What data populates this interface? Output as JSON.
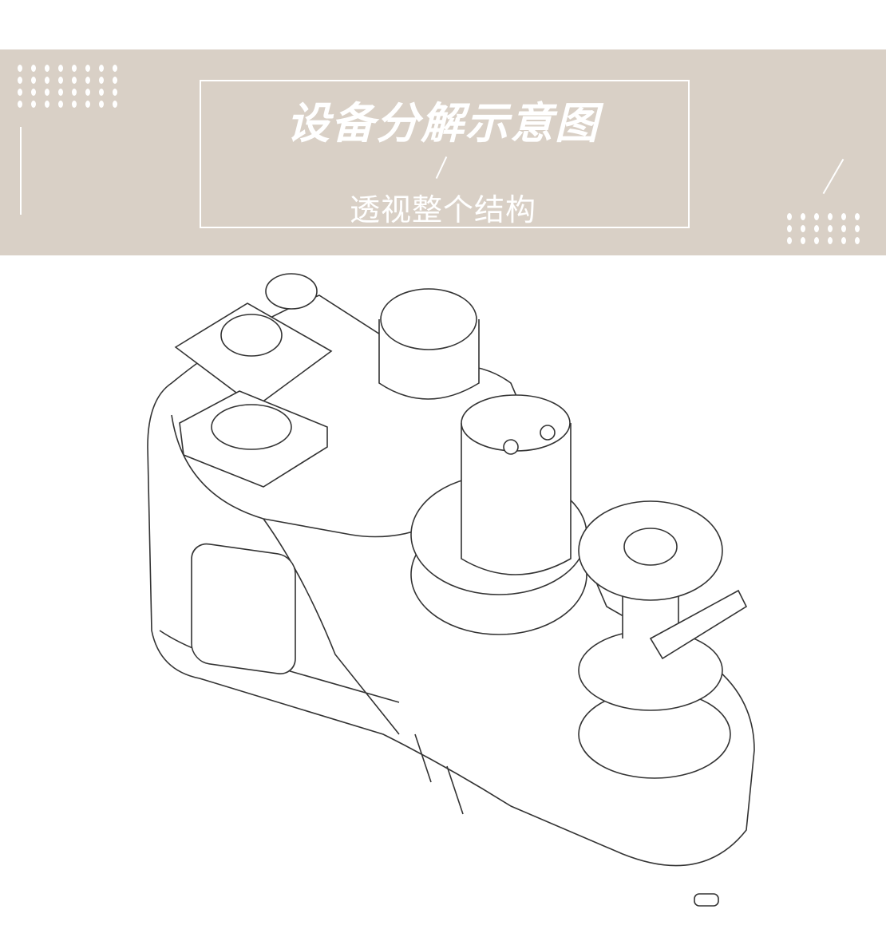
{
  "banner": {
    "title": "设备分解示意图",
    "subtitle": "透视整个结构",
    "background_color": "#d9d0c6"
  },
  "figure": {
    "description_icon": "equipment-line-drawing"
  }
}
